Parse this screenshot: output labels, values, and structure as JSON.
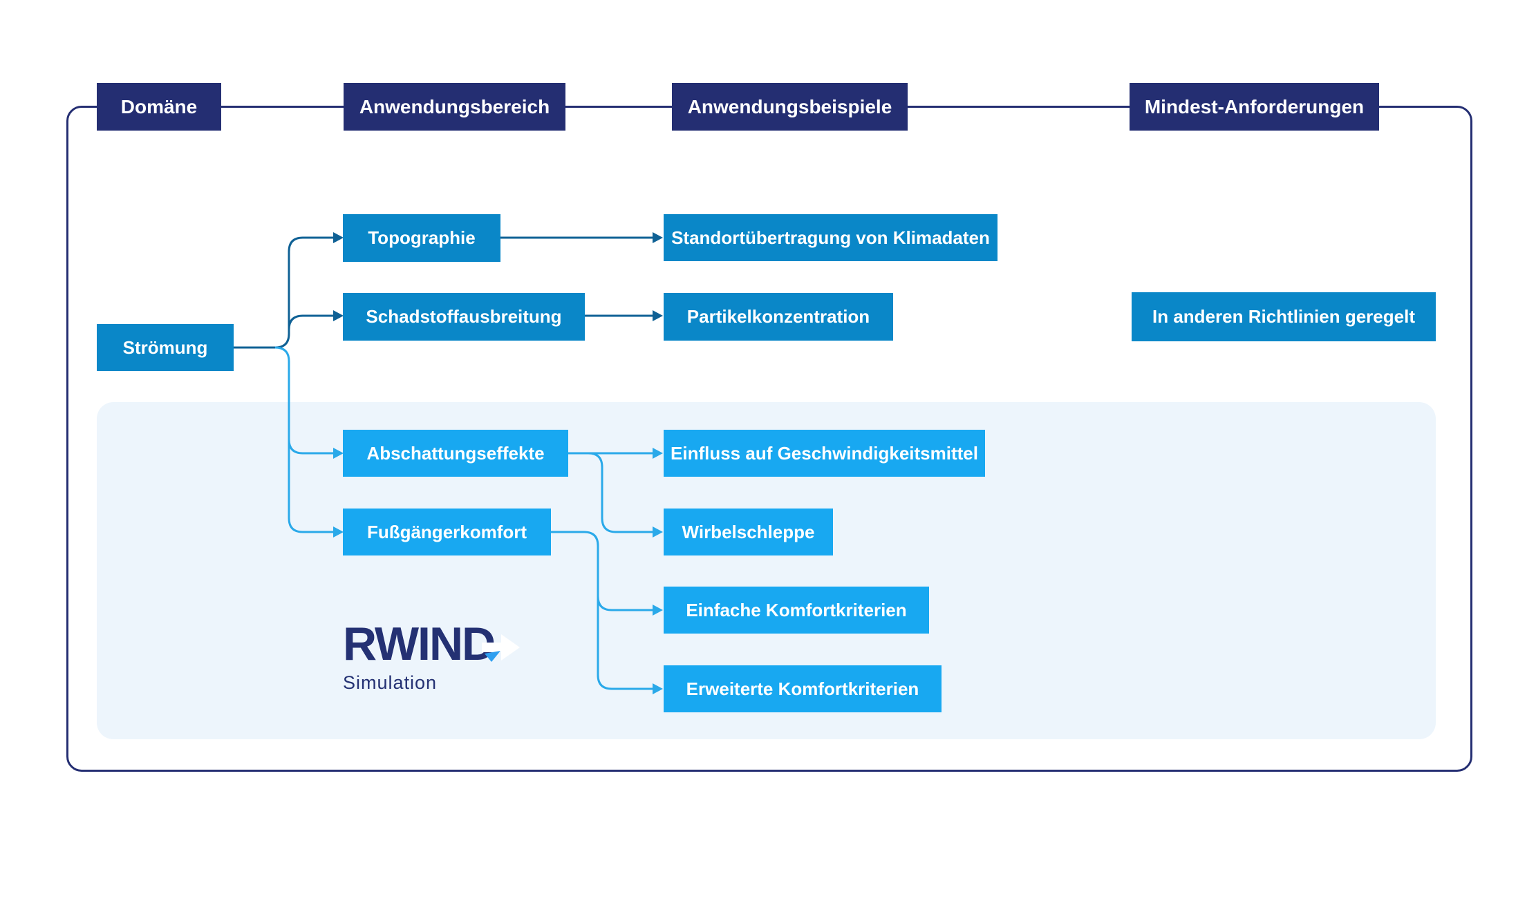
{
  "headers": [
    {
      "label": "Domäne"
    },
    {
      "label": "Anwendungsbereich"
    },
    {
      "label": "Anwendungsbeispiele"
    },
    {
      "label": "Mindest-Anforderungen"
    }
  ],
  "nodes": {
    "stroemung": {
      "label": "Strömung"
    },
    "topographie": {
      "label": "Topographie"
    },
    "schadstoff": {
      "label": "Schadstoffausbreitung"
    },
    "standort": {
      "label": "Standortübertragung von Klimadaten"
    },
    "partikel": {
      "label": "Partikelkonzentration"
    },
    "richtlinien": {
      "label": "In anderen Richtlinien geregelt"
    },
    "abschattung": {
      "label": "Abschattungseffekte"
    },
    "fussgaenger": {
      "label": "Fußgängerkomfort"
    },
    "einfluss": {
      "label": "Einfluss auf Geschwindigkeitsmittel"
    },
    "wirbelschleppe": {
      "label": "Wirbelschleppe"
    },
    "einfache": {
      "label": "Einfache Komfortkriterien"
    },
    "erweiterte": {
      "label": "Erweiterte Komfortkriterien"
    }
  },
  "logo": {
    "brand": "RWIND",
    "subtitle": "Simulation"
  },
  "colors": {
    "navy": "#242e72",
    "box_blue": "#0a87c8",
    "box_cyan": "#18a8f1",
    "panel_background": "#edf5fc",
    "connector_dark": "#0f6195",
    "connector_light": "#2aa9e9",
    "box_text": "#ffffff"
  }
}
